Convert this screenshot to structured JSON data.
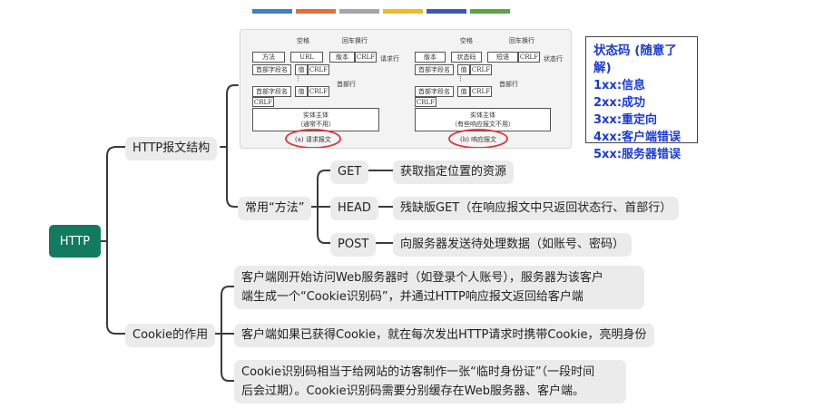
{
  "root": {
    "label": "HTTP"
  },
  "branches": {
    "structure": {
      "label": "HTTP报文结构"
    },
    "methods": {
      "label": "常用“方法”",
      "items": [
        {
          "name": "GET",
          "desc": "获取指定位置的资源"
        },
        {
          "name": "HEAD",
          "desc": "残缺版GET（在响应报文中只返回状态行、首部行）"
        },
        {
          "name": "POST",
          "desc": "向服务器发送待处理数据（如账号、密码）"
        }
      ]
    },
    "cookie": {
      "label": "Cookie的作用",
      "items": [
        {
          "line1": "客户端刚开始访问Web服务器时（如登录个人账号），服务器为该客户",
          "line2": "端生成一个“Cookie识别码”，并通过HTTP响应报文返回给客户端"
        },
        {
          "line1": "客户端如果已获得Cookie，就在每次发出HTTP请求时携带Cookie，亮明身份",
          "line2": ""
        },
        {
          "line1": "Cookie识别码相当于给网站的访客制作一张“临时身份证”（一段时间",
          "line2": "后会过期）。Cookie识别码需要分别缓存在Web服务器、客户端。"
        }
      ]
    }
  },
  "status_box": {
    "title": "状态码 (随意了解)",
    "rows": [
      {
        "code": "1xx:",
        "text": "信息"
      },
      {
        "code": "2xx:",
        "text": "成功"
      },
      {
        "code": "3xx:",
        "text": "重定向"
      },
      {
        "code": "4xx:",
        "text": "客户端错误"
      },
      {
        "code": "5xx:",
        "text": "服务器错误"
      }
    ]
  },
  "figure": {
    "request": {
      "space": "空格",
      "crlf_top": "回车换行",
      "row1": [
        "方法",
        "URL",
        "版本",
        "CRLF"
      ],
      "row1_label": "请求行",
      "header_field": "首部字段名",
      "value": "值",
      "crlf": "CRLF",
      "header_label": "首部行",
      "body1": "实体主体",
      "body2": "（通常不用）",
      "caption": "(a) 请求报文"
    },
    "response": {
      "space": "空格",
      "crlf_top": "回车换行",
      "row1": [
        "版本",
        "状态码",
        "短语",
        "CRLF"
      ],
      "row1_label": "状态行",
      "header_field": "首部字段名",
      "value": "值",
      "crlf": "CRLF",
      "header_label": "首部行",
      "body1": "实体主体",
      "body2": "（有些响应报文不用）",
      "caption": "(b) 响应报文"
    }
  },
  "colors": {
    "root": "#127a5f",
    "node_bg": "#ebebeb",
    "status_text": "#1a3bd6",
    "circle": "#e0343c",
    "top_bars": [
      "#3f7fc4",
      "#e0703a",
      "#a6a6a6",
      "#f0b928",
      "#3f58b7",
      "#5aa546"
    ]
  }
}
